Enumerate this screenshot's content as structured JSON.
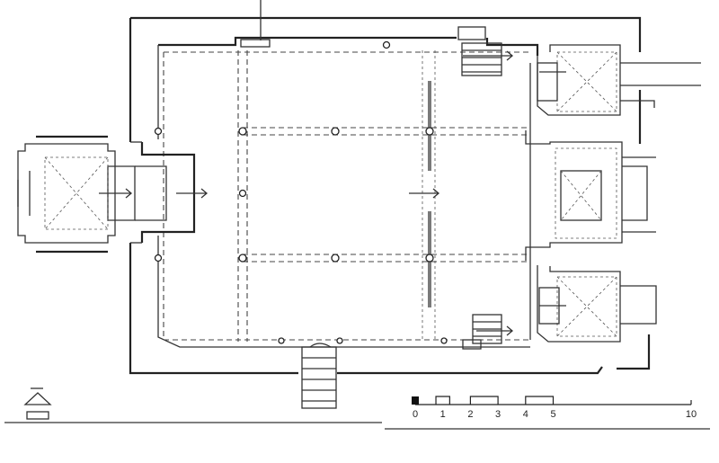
{
  "scale_bar": {
    "ticks": [
      {
        "label": "0",
        "value": 0
      },
      {
        "label": "1",
        "value": 1
      },
      {
        "label": "2",
        "value": 2
      },
      {
        "label": "3",
        "value": 3
      },
      {
        "label": "4",
        "value": 4
      },
      {
        "label": "5",
        "value": 5
      },
      {
        "label": "10",
        "value": 10
      }
    ]
  }
}
